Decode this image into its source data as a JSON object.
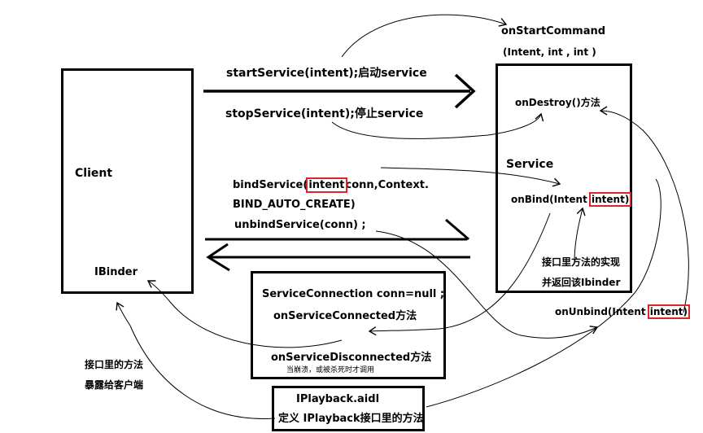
{
  "client": {
    "title": "Client",
    "ibinder": "IBinder"
  },
  "service": {
    "title": "Service",
    "on_start_command_line1": "onStartCommand",
    "on_start_command_line2": "(Intent, int , int )",
    "on_destroy": "onDestroy()方法",
    "on_bind_prefix": "onBind(Intent ",
    "on_bind_param": "intent)",
    "on_unbind_prefix": "onUnbind(Intent ",
    "on_unbind_param": "intent)",
    "impl_line1": "接口里方法的实现",
    "impl_line2": "并返回该Ibinder"
  },
  "calls": {
    "start_service": "startService(intent);启动service",
    "stop_service": "stopService(intent);停止service",
    "bind_service_prefix": "bindService(",
    "bind_service_param": "intent",
    "bind_service_suffix": "conn,Context.",
    "bind_auto_create": "BIND_AUTO_CREATE)",
    "unbind_service": "unbindService(conn) ;"
  },
  "connection": {
    "declaration": "ServiceConnection conn=null ;",
    "on_connected": "onServiceConnected方法",
    "on_disconnected": "onServiceDisconnected方法",
    "disconnected_note": "当崩溃，或被杀死时才调用"
  },
  "aidl": {
    "file": "IPlayback.aidl",
    "description": "定义 IPlayback接口里的方法"
  },
  "exposure": {
    "line1": "接口里的方法",
    "line2": "暴露给客户端"
  },
  "colors": {
    "ink": "#000000",
    "highlight": "#d9262b"
  }
}
